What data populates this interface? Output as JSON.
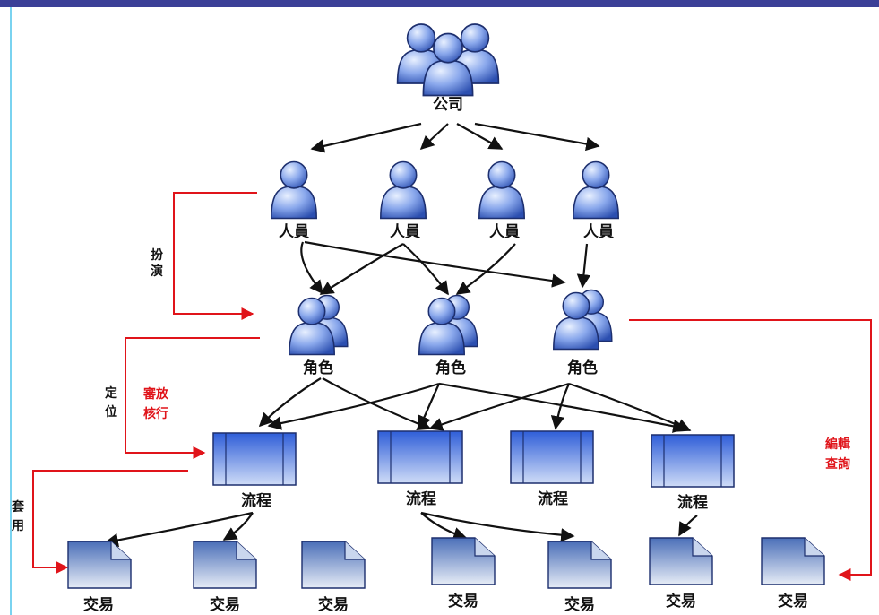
{
  "company": {
    "label": "公司"
  },
  "persons": [
    {
      "label": "人員"
    },
    {
      "label": "人員"
    },
    {
      "label": "人員"
    },
    {
      "label": "人員"
    }
  ],
  "roles": [
    {
      "label": "角色"
    },
    {
      "label": "角色"
    },
    {
      "label": "角色"
    }
  ],
  "processes": [
    {
      "label": "流程"
    },
    {
      "label": "流程"
    },
    {
      "label": "流程"
    },
    {
      "label": "流程"
    }
  ],
  "transactions": [
    {
      "label": "交易"
    },
    {
      "label": "交易"
    },
    {
      "label": "交易"
    },
    {
      "label": "交易"
    },
    {
      "label": "交易"
    },
    {
      "label": "交易"
    },
    {
      "label": "交易"
    }
  ],
  "annotations": {
    "play": [
      "扮",
      "演"
    ],
    "position": [
      "定",
      "位"
    ],
    "review_execute": [
      "審放",
      "核行"
    ],
    "apply": [
      "套",
      "用"
    ],
    "edit_query": [
      "編輯",
      "查詢"
    ]
  },
  "colors": {
    "accent_red": "#e0141a",
    "icon_blue": "#5b7fd6",
    "frame": "#3b3f97"
  }
}
